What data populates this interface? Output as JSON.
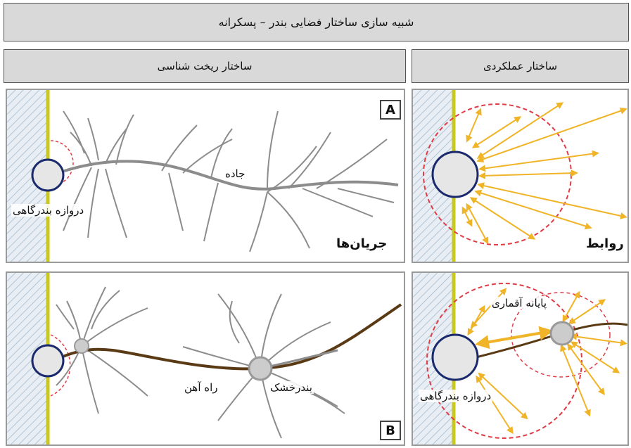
{
  "title": "شبیه سازی ساختار فضایی بندر – پسکرانه",
  "headers": {
    "morphological": "ساختار ریخت شناسی",
    "functional": "ساختار عملکردی"
  },
  "panel_a": {
    "badge": "A",
    "road_label": "جاده",
    "port_gate_label": "دروازه بندرگاهی",
    "flows_label": "جریان‌ها",
    "relations_label": "روابط"
  },
  "panel_b": {
    "badge": "B",
    "railway_label": "راه آهن",
    "dry_port_label": "بندرخشک",
    "terminal_label": "پایانه آقماری",
    "port_gate_label": "دروازه بندرگاهی"
  },
  "colors": {
    "header_bg": "#d9d9d9",
    "sea_hatch": "#cfe0ee",
    "coast_line": "#c8c81e",
    "road": "#8c8c8c",
    "rail": "#5a3a14",
    "arrows": "#f0b428",
    "dashed_zone": "#e03c46",
    "port_fill": "#e6e6e6",
    "port_border": "#1a2a6c"
  }
}
